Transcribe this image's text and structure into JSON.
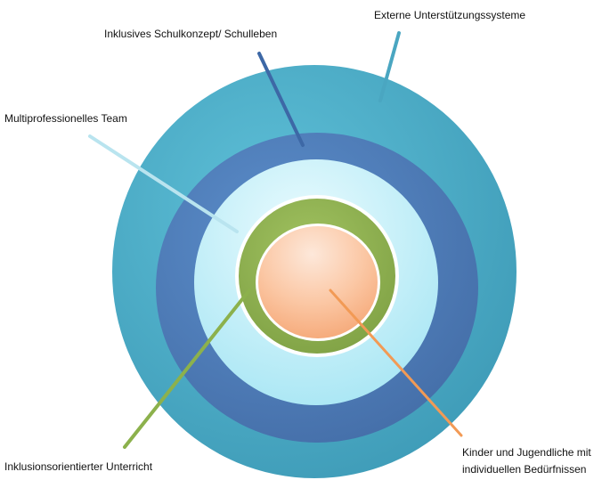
{
  "diagram": {
    "rings": [
      {
        "id": "outer",
        "label": "Externe Unterstützungssysteme",
        "color": "#4babc5"
      },
      {
        "id": "school",
        "label": "Inklusives Schulkonzept/ Schulleben",
        "color": "#4f7fb9"
      },
      {
        "id": "team",
        "label": "Multiprofessionelles Team",
        "color": "#c9f0f8"
      },
      {
        "id": "teaching",
        "label": "Inklusionsorientierter Unterricht",
        "color": "#8fb050"
      },
      {
        "id": "core",
        "label_line1": "Kinder und Jugendliche mit",
        "label_line2": "individuellen Bedürfnissen",
        "color": "#f9b98f"
      }
    ],
    "leader_colors": {
      "outer": "#4aa6c1",
      "school": "#3d68a6",
      "team": "#b9e4ef",
      "teaching": "#8cb14c",
      "core": "#f29a55"
    }
  }
}
